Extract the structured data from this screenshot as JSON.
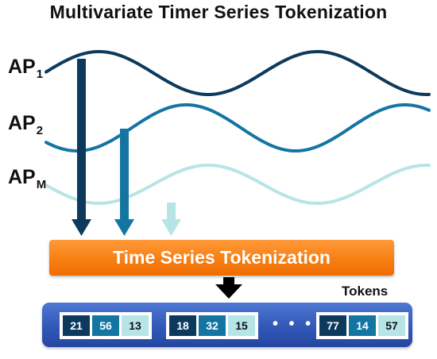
{
  "title": "Multivariate Timer Series Tokenization",
  "series": [
    {
      "name": "AP",
      "subscript": "1",
      "color": "#0d3a5c",
      "arrow_color": "#0d3a5c"
    },
    {
      "name": "AP",
      "subscript": "2",
      "color": "#1475a3",
      "arrow_color": "#1475a3"
    },
    {
      "name": "AP",
      "subscript": "M",
      "color": "#b7e4e6",
      "arrow_color": "#b7e4e6"
    }
  ],
  "tokenizer": {
    "label": "Time Series Tokenization",
    "color": "#f77f13"
  },
  "tokens_label": "Tokens",
  "ellipsis": "• • •",
  "token_groups": [
    [
      {
        "value": "21",
        "bg": "#0d3a5c",
        "fg": "#ffffff"
      },
      {
        "value": "56",
        "bg": "#1475a3",
        "fg": "#ffffff"
      },
      {
        "value": "13",
        "bg": "#b7e4e6",
        "fg": "#111111"
      }
    ],
    [
      {
        "value": "18",
        "bg": "#0d3a5c",
        "fg": "#ffffff"
      },
      {
        "value": "32",
        "bg": "#1475a3",
        "fg": "#ffffff"
      },
      {
        "value": "15",
        "bg": "#b7e4e6",
        "fg": "#111111"
      }
    ],
    [
      {
        "value": "77",
        "bg": "#0d3a5c",
        "fg": "#ffffff"
      },
      {
        "value": "14",
        "bg": "#1475a3",
        "fg": "#ffffff"
      },
      {
        "value": "57",
        "bg": "#b7e4e6",
        "fg": "#111111"
      }
    ]
  ]
}
